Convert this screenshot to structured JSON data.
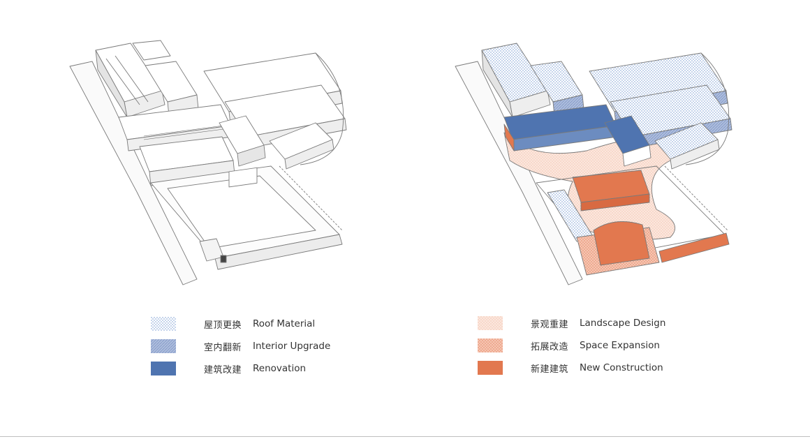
{
  "colors": {
    "roof_material": "#8fb0dd",
    "interior_upgrade": "#8da4cf",
    "renovation": "#4f74b0",
    "landscape_design": "#f6d5c8",
    "space_expansion": "#f2b8a0",
    "new_construction": "#e2784f",
    "line": "#7a7a7a"
  },
  "legend_left": [
    {
      "key": "roof_material",
      "zh": "屋顶更换",
      "en": "Roof Material"
    },
    {
      "key": "interior_upgrade",
      "zh": "室内翻新",
      "en": "Interior Upgrade"
    },
    {
      "key": "renovation",
      "zh": "建筑改建",
      "en": "Renovation"
    }
  ],
  "legend_right": [
    {
      "key": "landscape_design",
      "zh": "景观重建",
      "en": "Landscape Design"
    },
    {
      "key": "space_expansion",
      "zh": "拓展改造",
      "en": "Space Expansion"
    },
    {
      "key": "new_construction",
      "zh": "新建建筑",
      "en": "New Construction"
    }
  ]
}
